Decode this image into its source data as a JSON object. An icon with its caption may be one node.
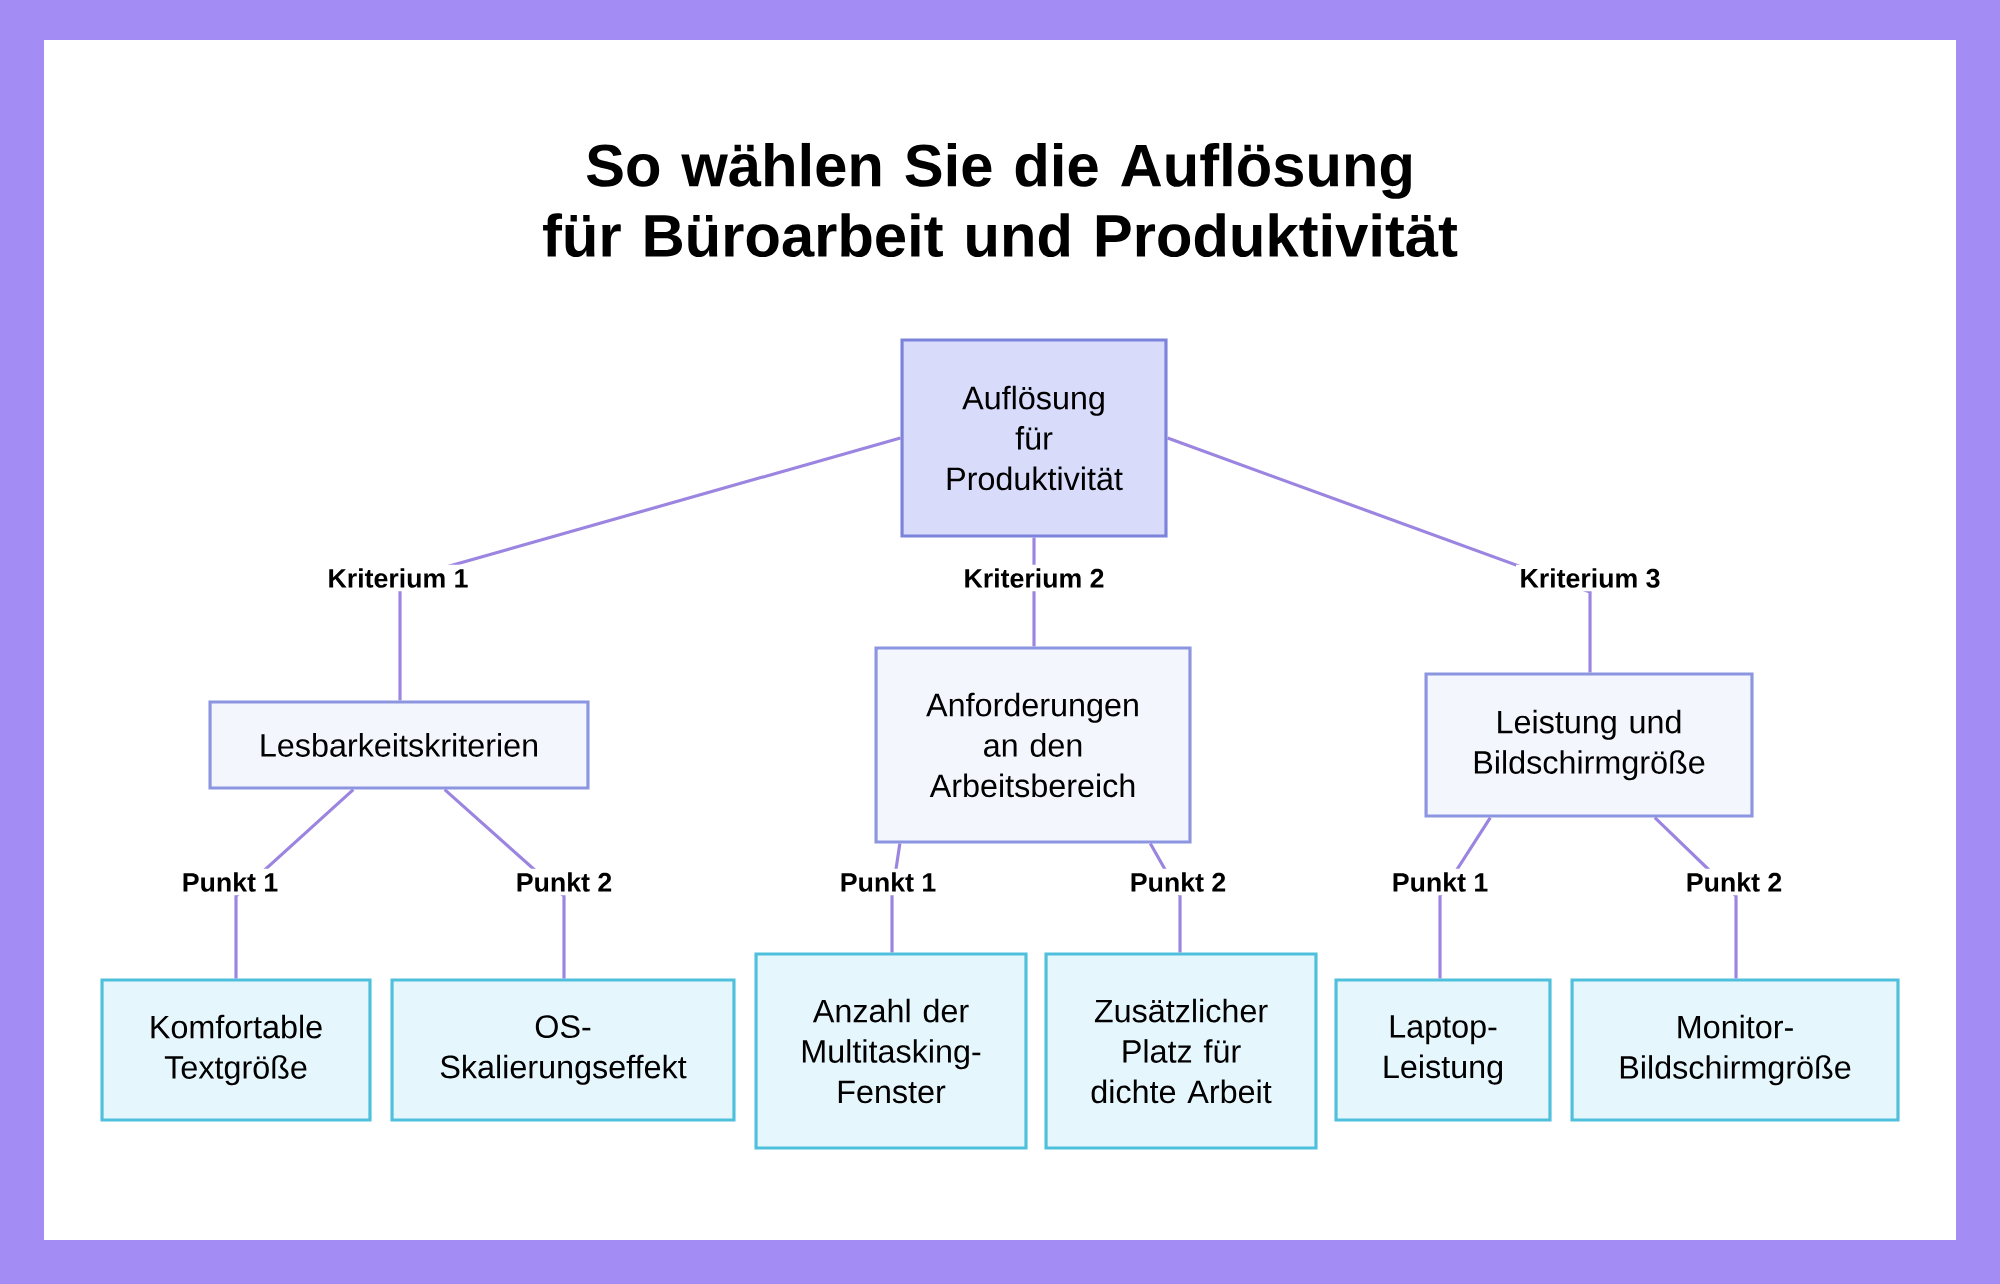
{
  "diagram": {
    "title": "So wählen Sie die Auflösung für Büroarbeit und Produktivität",
    "nodes": [
      {
        "text": [
          "Auflösung für Produktivität"
        ]
      },
      {
        "text": [
          "Lesbarkeitskriterien"
        ]
      },
      {
        "text": [
          "Anforderungen an den Arbeitsbereich"
        ]
      },
      {
        "text": [
          "Leistung und Bildschirmgröße"
        ]
      },
      {
        "text": [
          "Komfortable Textgröße"
        ]
      },
      {
        "text": [
          "OS-Skalierungseffekt"
        ]
      },
      {
        "text": [
          "Anzahl der Multitasking-Fenster"
        ]
      },
      {
        "text": [
          "Zusätzlicher Platz für dichte Arbeit"
        ]
      },
      {
        "text": [
          "Laptop-Leistung"
        ]
      },
      {
        "text": [
          "Monitor-Bildschirmgröße"
        ]
      }
    ],
    "edges": [
      {
        "from": 0,
        "to": 1,
        "arrow": "none",
        "label": "Kriterium 1"
      },
      {
        "from": 0,
        "to": 2,
        "arrow": "none",
        "label": "Kriterium 2"
      },
      {
        "from": 0,
        "to": 3,
        "arrow": "none",
        "label": "Kriterium 3"
      },
      {
        "from": 1,
        "to": 4,
        "arrow": "none",
        "label": "Punkt 1"
      },
      {
        "from": 1,
        "to": 5,
        "arrow": "none",
        "label": "Punkt 2"
      },
      {
        "from": 2,
        "to": 6,
        "arrow": "none",
        "label": "Punkt 1"
      },
      {
        "from": 2,
        "to": 7,
        "arrow": "none",
        "label": "Punkt 2"
      },
      {
        "from": 3,
        "to": 8,
        "arrow": "none",
        "label": "Punkt 1"
      },
      {
        "from": 3,
        "to": 9,
        "arrow": "none",
        "label": "Punkt 2"
      }
    ]
  }
}
